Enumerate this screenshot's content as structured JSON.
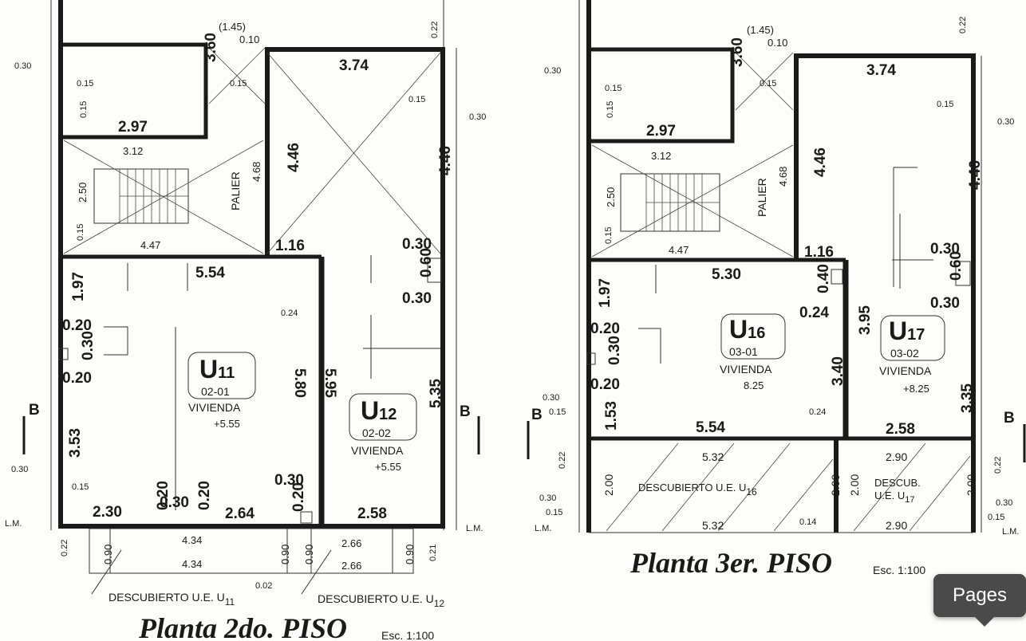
{
  "plan_left": {
    "title": "Planta 2do. PISO",
    "scale": "Esc. 1:100",
    "units": [
      {
        "id": "U",
        "num": "11",
        "code": "02-01",
        "type": "VIVIENDA",
        "level": "+5.55"
      },
      {
        "id": "U",
        "num": "12",
        "code": "02-02",
        "type": "VIVIENDA",
        "level": "+5.55"
      }
    ],
    "palier": "PALIER",
    "descubierto_1": "DESCUBIERTO U.E. U",
    "descubierto_1_sub": "11",
    "descubierto_2": "DESCUBIERTO U.E. U",
    "descubierto_2_sub": "12",
    "section_mark": "B",
    "lm": "L.M.",
    "dims_big": [
      "3.60",
      "2.97",
      "3.74",
      "4.46",
      "4.46",
      "1.16",
      "5.54",
      "5.80",
      "5.95",
      "5.35",
      "3.53",
      "2.30",
      "2.64",
      "2.58",
      "1.97",
      "0.20",
      "0.20",
      "0.30",
      "0.60",
      "0.30",
      "0.30",
      "0.30",
      "0.20",
      "0.20",
      "0.30",
      "0.20"
    ],
    "dims_small": [
      "(1.45)",
      "0.10",
      "0.22",
      "0.30",
      "0.15",
      "0.15",
      "0.15",
      "0.15",
      "0.30",
      "3.12",
      "4.68",
      "2.50",
      "0.15",
      "4.47",
      "0.24",
      "0.30",
      "0.15",
      "0.22",
      "0.90",
      "4.34",
      "4.34",
      "0.90",
      "0.90",
      "2.66",
      "2.66",
      "0.90",
      "0.21",
      "0.02"
    ]
  },
  "plan_right": {
    "title": "Planta 3er. PISO",
    "scale": "Esc. 1:100",
    "units": [
      {
        "id": "U",
        "num": "16",
        "code": "03-01",
        "type": "VIVIENDA",
        "level": "8.25"
      },
      {
        "id": "U",
        "num": "17",
        "code": "03-02",
        "type": "VIVIENDA",
        "level": "+8.25"
      }
    ],
    "palier": "PALIER",
    "descubierto_1": "DESCUBIERTO U.E. U",
    "descubierto_1_sub": "16",
    "descubierto_2a": "DESCUB.",
    "descubierto_2b": "U.E. U",
    "descubierto_2_sub": "17",
    "section_mark": "B",
    "lm": "L.M.",
    "dims_big": [
      "3.60",
      "2.97",
      "3.74",
      "4.46",
      "4.46",
      "1.16",
      "5.30",
      "0.40",
      "0.24",
      "3.95",
      "3.40",
      "0.30",
      "0.60",
      "0.30",
      "1.97",
      "0.20",
      "0.30",
      "0.20",
      "1.53",
      "5.54",
      "2.58",
      "3.35",
      "5.32",
      "2.90",
      "2.00",
      "2.00",
      "2.00",
      "2.00",
      "5.32",
      "2.90"
    ],
    "dims_small": [
      "(1.45)",
      "0.10",
      "0.22",
      "0.30",
      "0.15",
      "0.15",
      "0.15",
      "0.15",
      "0.30",
      "3.12",
      "4.68",
      "2.50",
      "0.15",
      "4.47",
      "0.30",
      "0.15",
      "0.22",
      "0.24",
      "0.30",
      "0.15",
      "0.14",
      "0.22",
      "0.30",
      "0.15"
    ]
  },
  "ui": {
    "pages_label": "Pages"
  }
}
